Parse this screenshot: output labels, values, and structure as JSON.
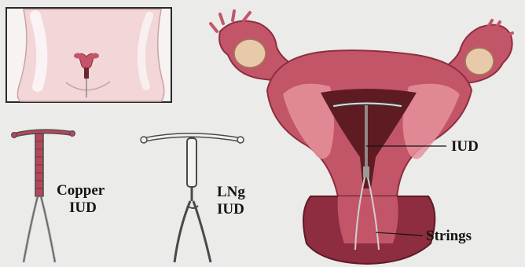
{
  "labels": {
    "copper_line1": "Copper",
    "copper_line2": "IUD",
    "lng_line1": "LNg",
    "lng_line2": "IUD",
    "iud": "IUD",
    "strings": "Strings"
  },
  "colors": {
    "background": "#ebebe9",
    "inset_skin": "#f2d6d8",
    "uterus_outer": "#c25668",
    "uterus_dark": "#8e2d3f",
    "uterus_light": "#e6909d",
    "cavity": "#5e1b22",
    "ovary": "#e8c9a9",
    "copper_coil": "#b2495a",
    "device_outline": "#4a4a4a",
    "text": "#141414"
  },
  "icons": [
    "inset-body-illustration",
    "uterus-illustration",
    "copper-iud-device",
    "lng-iud-device"
  ]
}
